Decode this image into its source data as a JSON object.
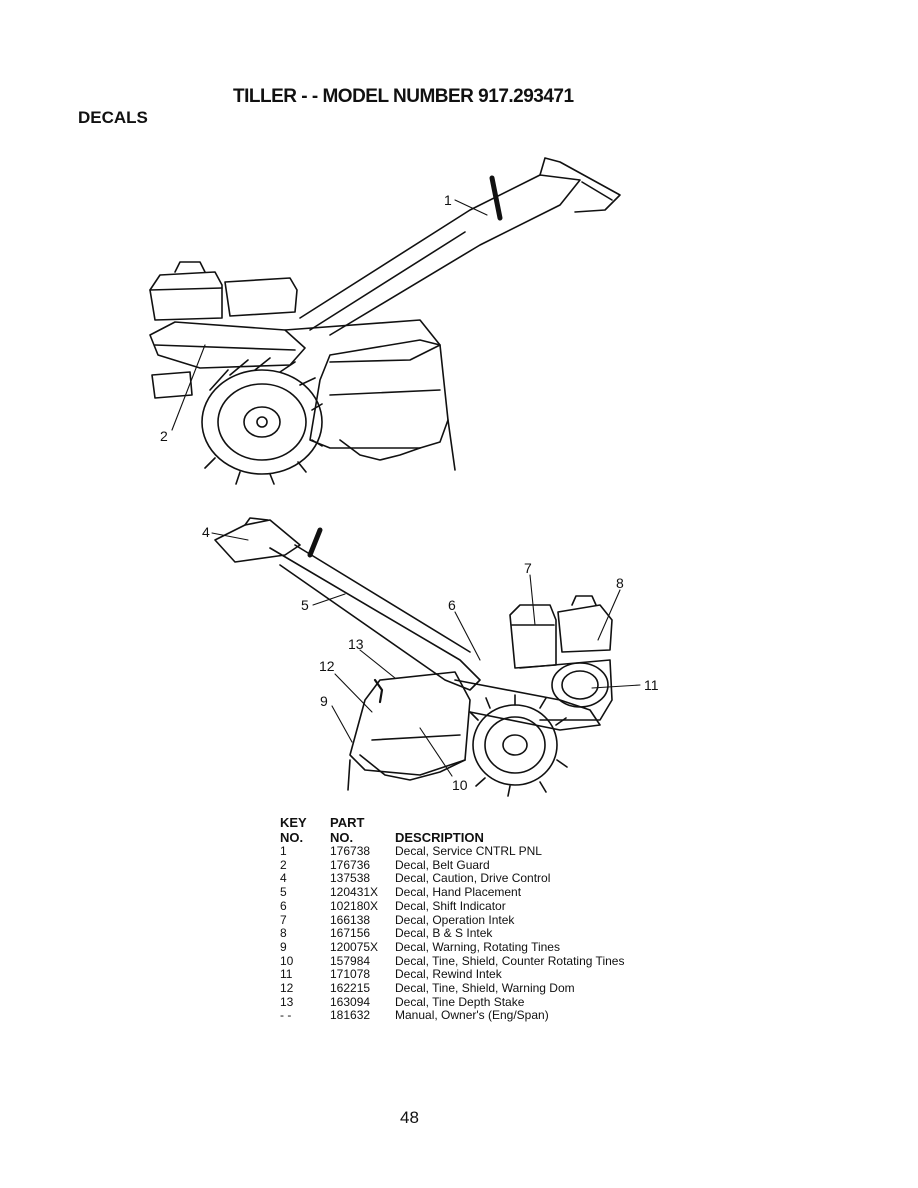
{
  "title": "TILLER - - MODEL NUMBER 917.293471",
  "section": "DECALS",
  "callouts": {
    "c1": "1",
    "c2": "2",
    "c4": "4",
    "c5": "5",
    "c6": "6",
    "c7": "7",
    "c8": "8",
    "c9": "9",
    "c10": "10",
    "c11": "11",
    "c12": "12",
    "c13": "13"
  },
  "table": {
    "headers": {
      "key_top": "KEY",
      "part_top": "PART",
      "key_bottom": "NO.",
      "part_bottom": "NO.",
      "description": "DESCRIPTION"
    },
    "rows": [
      {
        "key": "1",
        "part": "176738",
        "desc": "Decal, Service CNTRL PNL"
      },
      {
        "key": "2",
        "part": "176736",
        "desc": "Decal, Belt Guard"
      },
      {
        "key": "4",
        "part": "137538",
        "desc": "Decal, Caution, Drive Control"
      },
      {
        "key": "5",
        "part": "120431X",
        "desc": "Decal, Hand Placement"
      },
      {
        "key": "6",
        "part": "102180X",
        "desc": "Decal, Shift Indicator"
      },
      {
        "key": "7",
        "part": "166138",
        "desc": "Decal, Operation Intek"
      },
      {
        "key": "8",
        "part": "167156",
        "desc": "Decal, B & S Intek"
      },
      {
        "key": "9",
        "part": "120075X",
        "desc": "Decal, Warning, Rotating Tines"
      },
      {
        "key": "10",
        "part": "157984",
        "desc": "Decal, Tine, Shield, Counter Rotating Tines"
      },
      {
        "key": "11",
        "part": "171078",
        "desc": "Decal, Rewind Intek"
      },
      {
        "key": "12",
        "part": "162215",
        "desc": "Decal, Tine, Shield, Warning Dom"
      },
      {
        "key": "13",
        "part": "163094",
        "desc": "Decal, Tine Depth Stake"
      },
      {
        "key": "- -",
        "part": "181632",
        "desc": "Manual, Owner's (Eng/Span)"
      }
    ]
  },
  "page_number": "48"
}
